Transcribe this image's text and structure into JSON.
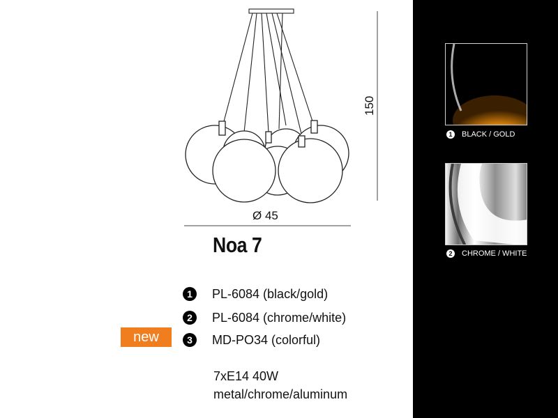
{
  "product": {
    "title": "Noa 7",
    "dimensions": {
      "diameter": "Ø 45",
      "height": "150"
    },
    "variants": [
      {
        "number": "1",
        "text": "PL-6084 (black/gold)"
      },
      {
        "number": "2",
        "text": "PL-6084 (chrome/white)"
      },
      {
        "number": "3",
        "text": "MD-PO34 (colorful)"
      }
    ],
    "new_badge": "new",
    "specs": [
      "7xE14 40W",
      "metal/chrome/aluminum"
    ]
  },
  "finishes": [
    {
      "number": "1",
      "label": "BLACK / GOLD",
      "inner_color": "#f2a51a",
      "outer_color": "#000000"
    },
    {
      "number": "2",
      "label": "CHROME / WHITE",
      "inner_color": "#ffffff",
      "outer_color": "#9a9a9a"
    }
  ],
  "colors": {
    "accent": "#f07d1e",
    "panel": "#000000"
  }
}
